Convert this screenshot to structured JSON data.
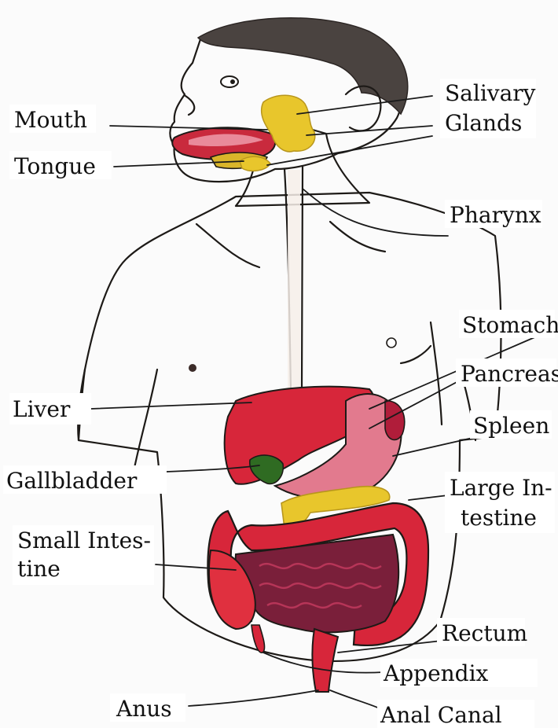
{
  "labels": {
    "mouth": "Mouth",
    "tongue": "Tongue",
    "salivary_1": "Salivary",
    "salivary_2": "Glands",
    "pharynx": "Pharynx",
    "stomach": "Stomach",
    "pancreas": "Pancreas",
    "liver": "Liver",
    "spleen": "Spleen",
    "gallbladder": "Gallbladder",
    "large_intestine_1": "Large In-",
    "large_intestine_2": "testine",
    "small_intestine_1": "Small Intes-",
    "small_intestine_2": "tine",
    "rectum": "Rectum",
    "appendix": "Appendix",
    "anus": "Anus",
    "anal_canal": "Anal Canal"
  },
  "colors": {
    "skin": "#e4a27f",
    "skin_dark": "#c9683f",
    "hair": "#4a4340",
    "organ_red": "#d7263a",
    "organ_pink": "#e27a8e",
    "organ_dark": "#7a1f3a",
    "gland_yellow": "#e8c62c",
    "gall_green": "#2f6b22"
  }
}
